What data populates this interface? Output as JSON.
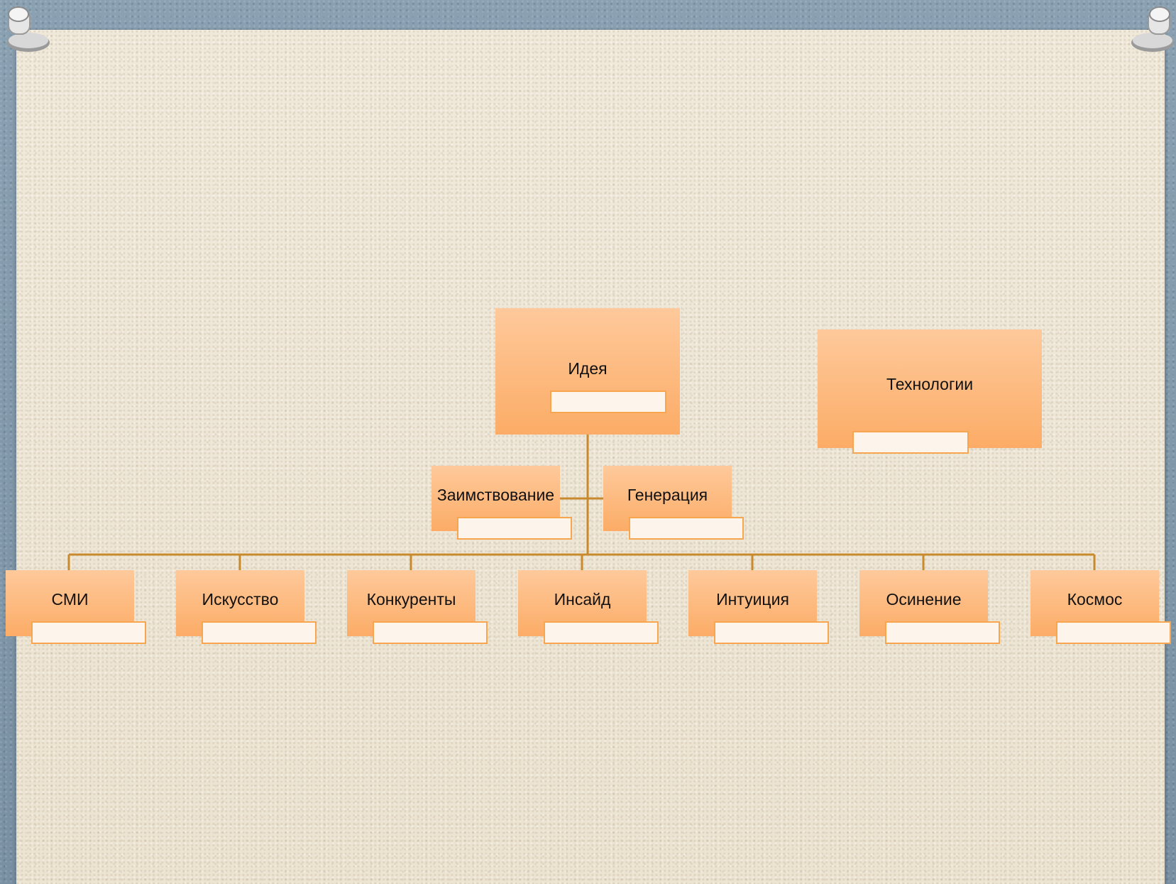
{
  "diagram": {
    "root": {
      "label": "Идея"
    },
    "side": {
      "label": "Технологии"
    },
    "level2": [
      {
        "label": "Заимствование"
      },
      {
        "label": "Генерация"
      }
    ],
    "level3": [
      {
        "label": "СМИ"
      },
      {
        "label": "Искусство"
      },
      {
        "label": "Конкуренты"
      },
      {
        "label": "Инсайд"
      },
      {
        "label": "Интуиция"
      },
      {
        "label": "Осинение"
      },
      {
        "label": "Космос"
      }
    ],
    "colors": {
      "connector": "#c88a2c",
      "box_top": "#fec99b",
      "box_bottom": "#fcac66",
      "sub_border": "#f7a64f"
    }
  }
}
